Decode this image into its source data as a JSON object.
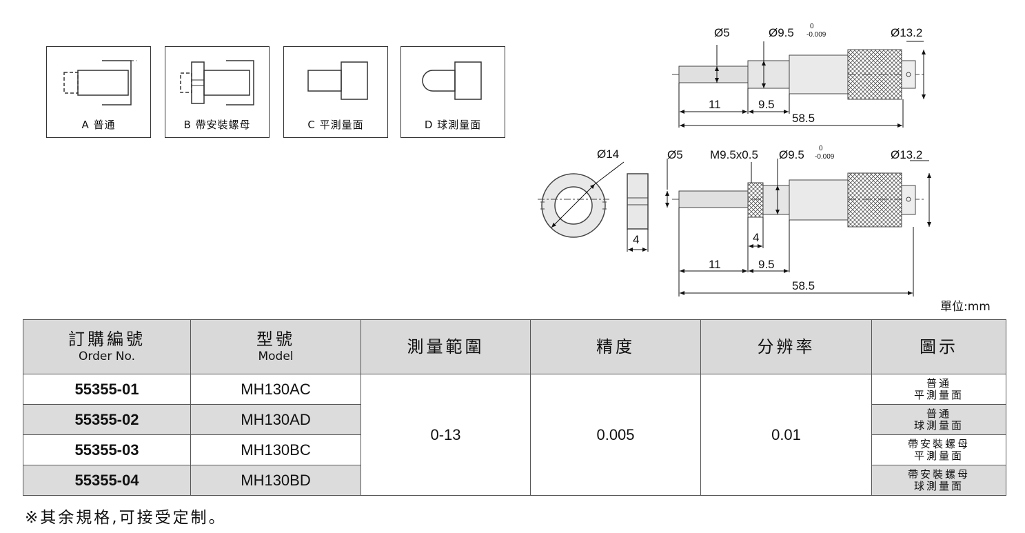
{
  "variants": [
    {
      "label": "A 普通"
    },
    {
      "label": "B 帶安裝螺母"
    },
    {
      "label": "C 平測量面"
    },
    {
      "label": "D 球測量面"
    }
  ],
  "drawing": {
    "top": {
      "d_spindle": "Ø5",
      "d_sleeve": "Ø9.5",
      "tol_upper": "0",
      "tol_lower": "-0.009",
      "d_thimble": "Ø13.2",
      "len_a": "11",
      "len_b": "9.5",
      "len_total": "58.5"
    },
    "bottom": {
      "d_nut": "Ø14",
      "nut_width": "4",
      "d_spindle": "Ø5",
      "thread": "M9.5x0.5",
      "d_sleeve": "Ø9.5",
      "tol_upper": "0",
      "tol_lower": "-0.009",
      "d_thimble": "Ø13.2",
      "thread_len": "4",
      "len_a": "11",
      "len_b": "9.5",
      "len_total": "58.5"
    }
  },
  "unit_label": "單位:mm",
  "table": {
    "headers": {
      "order_zh": "訂購編號",
      "order_en": "Order No.",
      "model_zh": "型號",
      "model_en": "Model",
      "range": "測量範圍",
      "accuracy": "精度",
      "resolution": "分辨率",
      "figure": "圖示"
    },
    "rows": [
      {
        "order": "55355-01",
        "model": "MH130AC",
        "fig1": "普通",
        "fig2": "平測量面"
      },
      {
        "order": "55355-02",
        "model": "MH130AD",
        "fig1": "普通",
        "fig2": "球測量面"
      },
      {
        "order": "55355-03",
        "model": "MH130BC",
        "fig1": "帶安裝螺母",
        "fig2": "平測量面"
      },
      {
        "order": "55355-04",
        "model": "MH130BD",
        "fig1": "帶安裝螺母",
        "fig2": "球測量面"
      }
    ],
    "range": "0-13",
    "accuracy": "0.005",
    "resolution": "0.01"
  },
  "footnote": "※其余規格,可接受定制。"
}
